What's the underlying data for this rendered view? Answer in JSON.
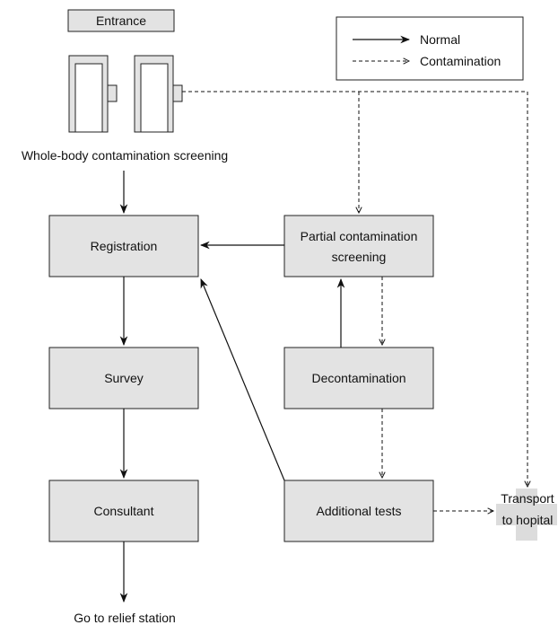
{
  "entrance": "Entrance",
  "legend": {
    "normal": "Normal",
    "contamination": "Contamination"
  },
  "screening_label": "Whole-body contamination screening",
  "boxes": {
    "registration": "Registration",
    "survey": "Survey",
    "consultant": "Consultant",
    "partial_screening_line1": "Partial contamination",
    "partial_screening_line2": "screening",
    "decontamination": "Decontamination",
    "additional_tests": "Additional tests"
  },
  "transport": {
    "line1": "Transport",
    "line2": "to hopital"
  },
  "exit_label": "Go to relief station"
}
